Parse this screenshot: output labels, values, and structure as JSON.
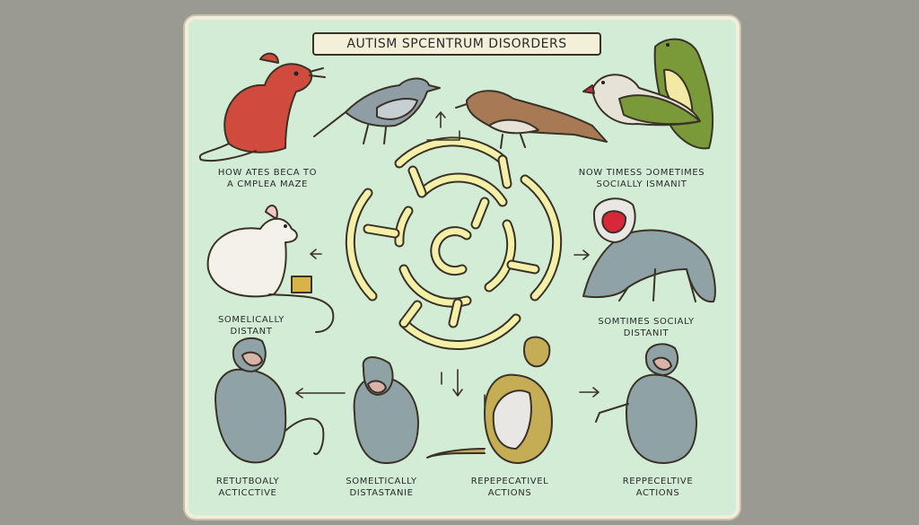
{
  "title": "AUTISM   SPCENTRUM DISORDERS",
  "labels": {
    "top_left_1": "HOW ATES BECA TO",
    "top_left_2": "A CMPLEA MAZE",
    "top_right_1": "NOW TIMESS ƆOMETIMES",
    "top_right_2": "SOCIALLY ISMANIT",
    "mid_left_1": "SOMELICALLY",
    "mid_left_2": "DISTANT",
    "mid_right_1": "SOMTIMES SOCIALY",
    "mid_right_2": "DISTANIT",
    "bot_1a": "RETUTBOALY",
    "bot_1b": "ACTICCTIVE",
    "bot_2a": "SOMELTICALLY",
    "bot_2b": "DISTASTANIE",
    "bot_3a": "REPEPECATIVEL",
    "bot_3b": "ACTIONS",
    "bot_4a": "REPPECELTIVE",
    "bot_4b": "ACTIONS"
  },
  "colors": {
    "background": "#9a9a92",
    "card": "#d2ecd6",
    "maze": "#f5f0a8",
    "outline": "#3a3226",
    "rat": "#d14a3e",
    "mouse": "#f4f1ea",
    "monkey": "#8fa2a6",
    "macaque_face": "#d9273a",
    "bird_green": "#7a9a3a",
    "bird_brown": "#a77a55",
    "bird_grey": "#8f9ea4"
  }
}
